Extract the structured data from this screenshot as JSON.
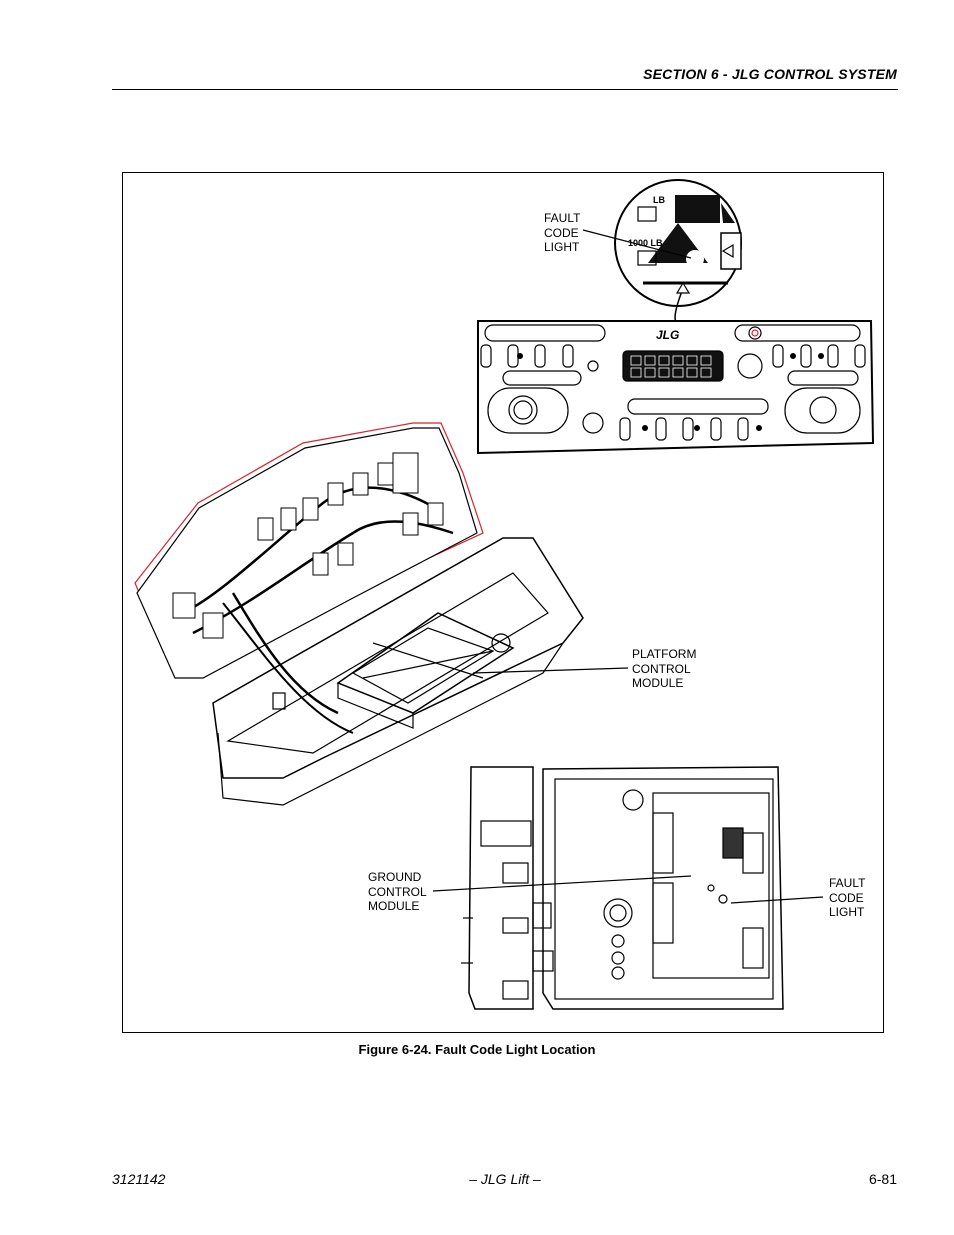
{
  "header": {
    "section_title": "SECTION 6 - JLG CONTROL SYSTEM"
  },
  "figure": {
    "labels": {
      "fault_code_light_top": "FAULT\nCODE\nLIGHT",
      "platform_control_module": "PLATFORM\nCONTROL\nMODULE",
      "ground_control_module": "GROUND\nCONTROL\nMODULE",
      "fault_code_light_bottom": "FAULT\nCODE\nLIGHT"
    },
    "panel_text": {
      "brand_logo": "JLG",
      "weight_1": "LB",
      "weight_2": "1000 LB"
    },
    "caption": "Figure 6-24.  Fault Code Light Location"
  },
  "footer": {
    "doc_number": "3121142",
    "center": "– JLG Lift –",
    "page": "6-81"
  },
  "colors": {
    "red_outline": "#d8242c",
    "line": "#000000"
  }
}
